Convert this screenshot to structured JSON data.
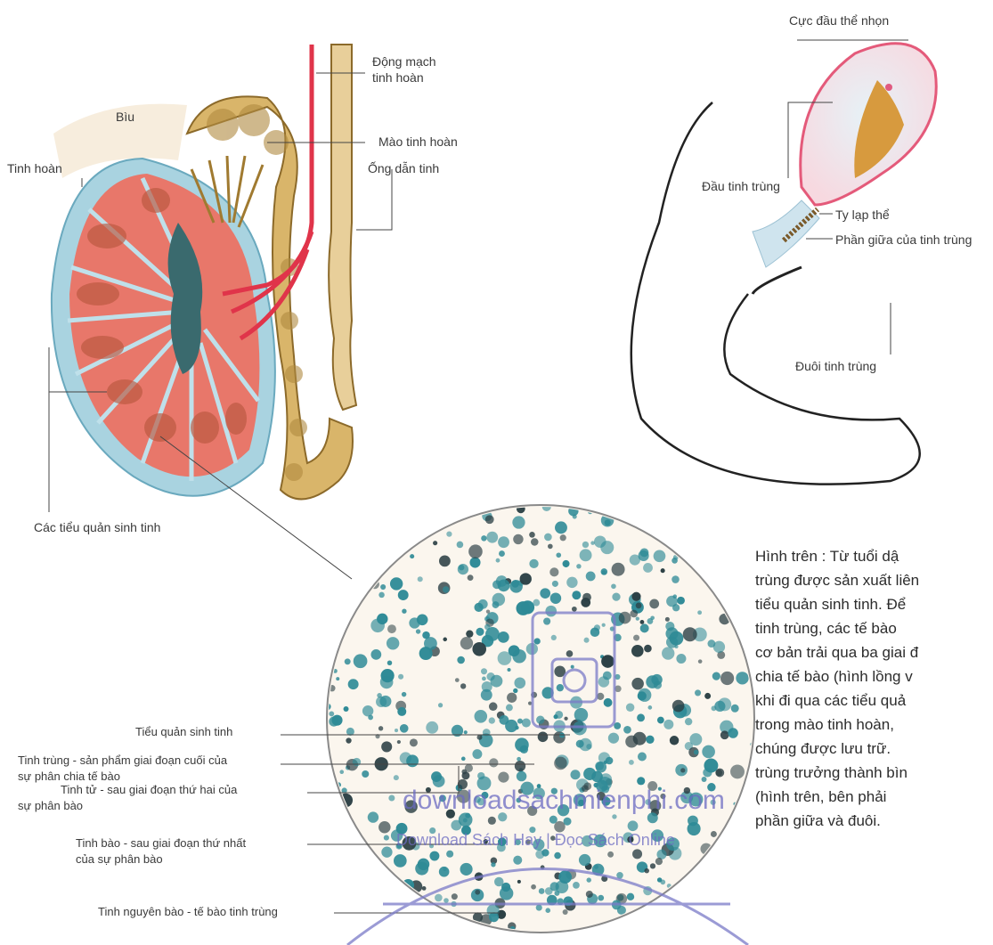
{
  "labels": {
    "biu": "Bìu",
    "tinh_hoan": "Tinh hoàn",
    "dong_mach": "Động mạch\ntinh hoàn",
    "mao_tinh_hoan": "Mào tinh hoàn",
    "ong_dan_tinh": "Ống dẫn tinh",
    "tieu_quan": "Các tiểu quản sinh tinh",
    "cuc_dau": "Cực đầu thể nhọn",
    "dau_tinh_trung": "Đầu tinh trùng",
    "ty_lap_the": "Ty lạp thể",
    "phan_giua": "Phần giữa của tinh trùng",
    "duoi": "Đuôi tinh trùng",
    "c_tieu_quan": "Tiểu quản sinh tinh",
    "c_tinh_trung": "Tinh trùng - sản phẩm giai đoạn cuối của\nsự phân chia tế bào",
    "c_tinh_tu": "Tinh tử - sau giai đoạn thứ hai của\nsự phân bào",
    "c_tinh_bao": "Tinh bào - sau giai đoạn thứ nhất\ncủa sự phân bào",
    "c_nguyen_bao": "Tinh nguyên bào - tế bào tinh trùng"
  },
  "caption": "Hình trên : Từ tuổi dậ\ntrùng được sản xuất liên\ntiểu quản sinh tinh. Để\ntinh trùng, các tế bào\ncơ bản trải qua ba giai đ\nchia tế bào (hình lồng v\nkhi đi qua các tiểu quả\ntrong mào tinh hoàn,\nchúng được lưu trữ.\ntrùng trưởng thành bìn\n(hình trên, bên phải\nphần giữa và đuôi.",
  "watermark": {
    "main": "downloadsachmienphi.com",
    "sub": "Download Sách Hay | Đọc Sách Online"
  },
  "colors": {
    "tubule": "#e8776a",
    "capsule": "#a9d3e0",
    "artery": "#e0344a",
    "duct": "#d9b56a",
    "cell": "#2e8a96",
    "watermark": "#6b6bc2"
  }
}
